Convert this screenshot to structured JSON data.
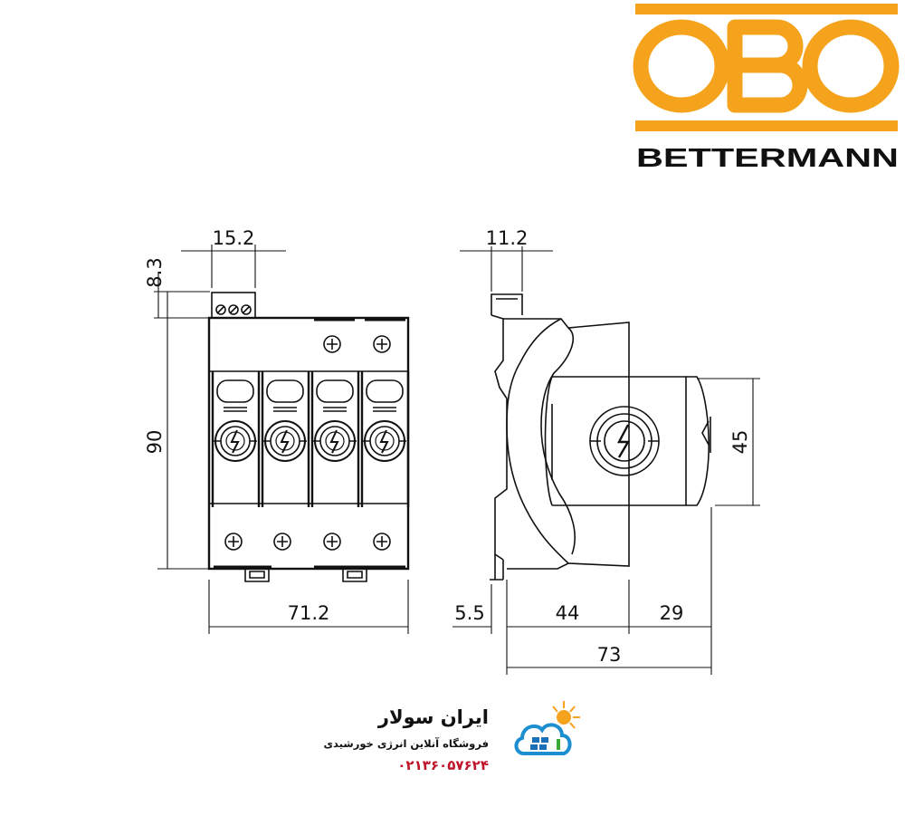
{
  "logo": {
    "brand_mark": "OBO",
    "brand_name": "BETTERMANN",
    "color": "#f5a31c"
  },
  "front_view": {
    "dim_top_width": "15.2",
    "dim_top_height": "8.3",
    "dim_height": "90",
    "dim_width": "71.2",
    "module_count": 4
  },
  "side_view": {
    "dim_top": "11.2",
    "dim_right_height": "45",
    "dim_offset": "5.5",
    "dim_depth_1": "44",
    "dim_depth_2": "29",
    "dim_total_depth": "73"
  },
  "footer": {
    "shop_name": "ایران سولار",
    "tagline": "فروشگاه آنلاین انرژی خورشیدی",
    "phone": "۰۲۱۳۶۰۵۷۶۲۴",
    "accent_color": "#c0142a",
    "icon": "solar-cloud-icon"
  }
}
